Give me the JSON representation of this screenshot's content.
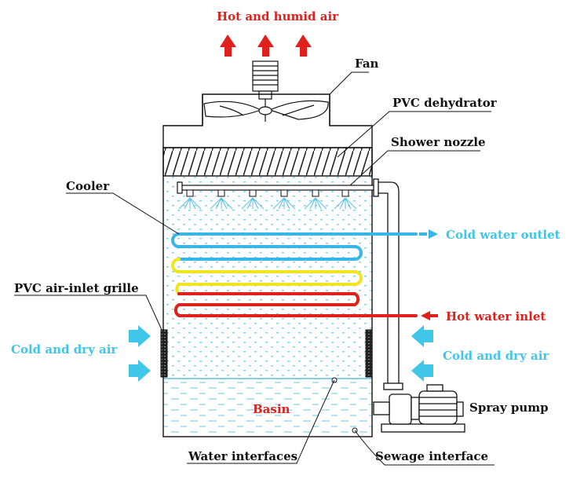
{
  "labels": {
    "top_air": "Hot and humid air",
    "fan": "Fan",
    "pvc_dehydrator": "PVC dehydrator",
    "shower_nozzle": "Shower nozzle",
    "cooler": "Cooler",
    "cold_water_outlet": "Cold water outlet",
    "pvc_grille": "PVC air-inlet grille",
    "hot_water_inlet": "Hot water inlet",
    "cold_dry_air_left": "Cold and dry air",
    "cold_dry_air_right": "Cold and dry air",
    "basin": "Basin",
    "spray_pump": "Spray pump",
    "water_interfaces": "Water interfaces",
    "sewage_interface": "Sewage interface"
  },
  "colors": {
    "hot": "#e0211b",
    "cold": "#3fc6e8",
    "coil_cold": "#39b6e8",
    "coil_warm": "#f3e51d",
    "coil_hot": "#e0211b",
    "outline": "#111111"
  }
}
